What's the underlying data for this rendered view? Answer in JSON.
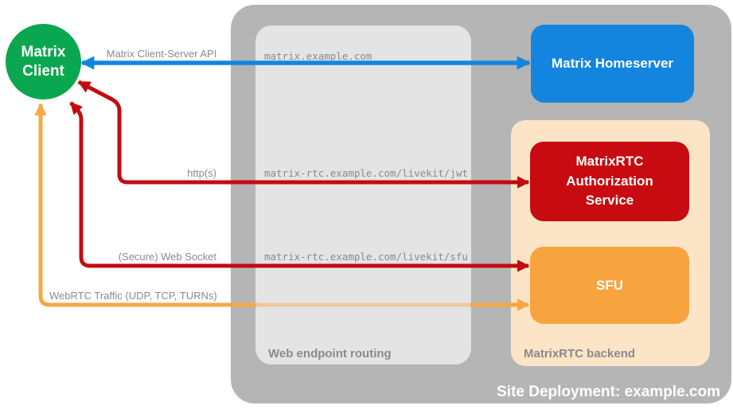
{
  "diagram_title": "Site Deployment: example.com",
  "nodes": {
    "client": {
      "label": "Matrix Client",
      "color": "#0ba750"
    },
    "homeserver": {
      "label": "Matrix Homeserver",
      "color": "#1385df"
    },
    "auth_service": {
      "label": "MatrixRTC Authorization Service",
      "color": "#c70b10"
    },
    "sfu": {
      "label": "SFU",
      "color": "#f7a440"
    }
  },
  "containers": {
    "site_deployment": {
      "label": "Site Deployment: example.com",
      "color": "#b5b5b5"
    },
    "web_endpoint_routing": {
      "label": "Web endpoint routing",
      "color": "#e4e4e4"
    },
    "matrixrtc_backend": {
      "label": "MatrixRTC backend",
      "color": "#fce4c7"
    }
  },
  "edges": {
    "client_server_api": {
      "label": "Matrix Client-Server API",
      "color": "#1385df",
      "from": "Matrix Client",
      "to": "Matrix Homeserver",
      "bidirectional": true
    },
    "https": {
      "label": "http(s)",
      "color": "#c40b10",
      "from": "Matrix Client",
      "to": "MatrixRTC Authorization Service",
      "bidirectional": true
    },
    "websocket": {
      "label": "(Secure) Web Socket",
      "color": "#c40b10",
      "from": "Matrix Client",
      "to": "SFU",
      "bidirectional": true
    },
    "webrtc": {
      "label": "WebRTC Traffic (UDP, TCP, TURNs)",
      "color": "#f7a843",
      "from": "Matrix Client",
      "to": "SFU",
      "bidirectional": true
    }
  },
  "endpoints": {
    "homeserver": "matrix.example.com",
    "jwt": "matrix-rtc.example.com/livekit/jwt",
    "sfu": "matrix-rtc.example.com/livekit/sfu"
  }
}
